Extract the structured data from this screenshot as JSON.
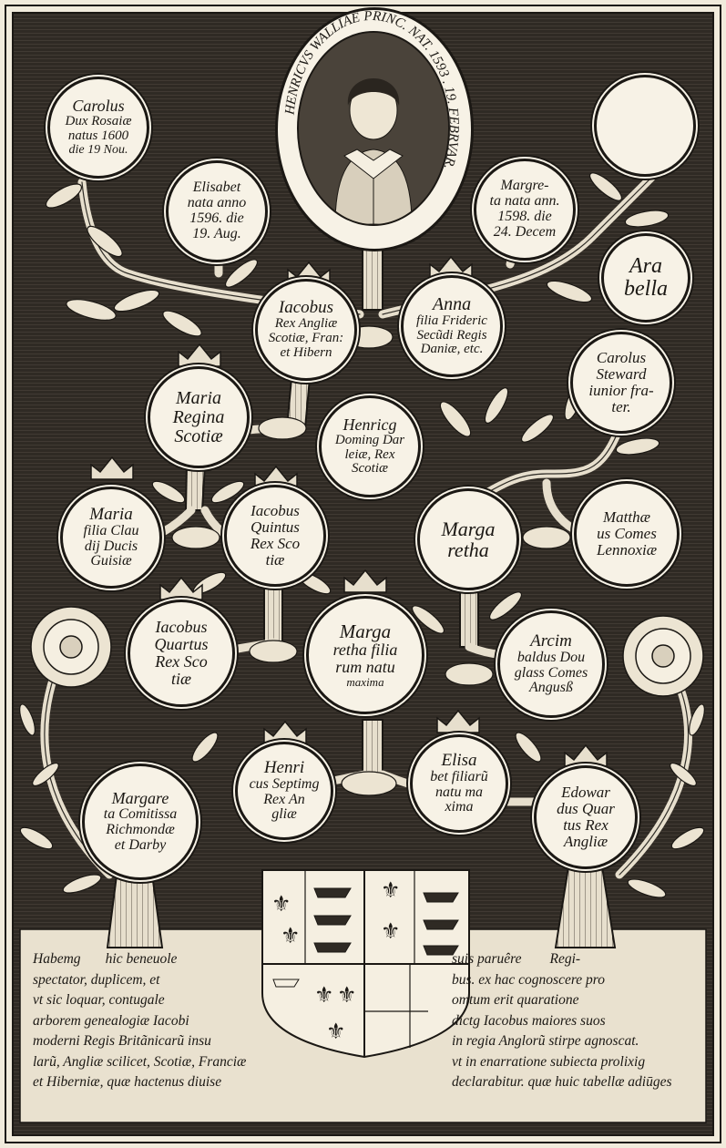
{
  "portrait": {
    "inscription": "HENRICVS WALLIAE PRINC. NAT. 1593 . 19. FEBRVAR."
  },
  "medallions": {
    "carolus_rosaiae": [
      "Carolus",
      "Dux Rosaiæ",
      "natus 1600",
      "die 19 Nou."
    ],
    "elisabet": [
      "Elisabet",
      "nata anno",
      "1596. die",
      "19. Aug."
    ],
    "margreta": [
      "Margre-",
      "ta nata ann.",
      "1598. die",
      "24. Decem"
    ],
    "empty_top_right": [],
    "arabella": [
      "Ara",
      "bella"
    ],
    "iacobus_rex": [
      "Iacobus",
      "Rex Angliæ",
      "Scotiæ, Fran:",
      "et Hibern"
    ],
    "anna": [
      "Anna",
      "filia Frideric",
      "Secũdi Regis",
      "Daniæ, etc."
    ],
    "carolus_steward": [
      "Carolus",
      "Steward",
      "iunior fra-",
      "ter."
    ],
    "maria_regina": [
      "Maria",
      "Regina",
      "Scotiæ"
    ],
    "henricus_darleiae": [
      "Henricg",
      "Doming Dar",
      "leiæ, Rex",
      "Scotiæ"
    ],
    "maria_filia": [
      "Maria",
      "filia Clau",
      "dij Ducis",
      "Guisiæ"
    ],
    "iacobus_quintus": [
      "Iacobus",
      "Quintus",
      "Rex Sco",
      "tiæ"
    ],
    "margaretha_small": [
      "Marga",
      "retha"
    ],
    "matthaeus": [
      "Matthæ",
      "us Comes",
      "Lennoxiæ"
    ],
    "iacobus_quartus": [
      "Iacobus",
      "Quartus",
      "Rex Sco",
      "tiæ"
    ],
    "margaretha_filia": [
      "Marga",
      "retha filia",
      "rum natu",
      "maxima"
    ],
    "arcimbaldus": [
      "Arcim",
      "baldus Dou",
      "glass Comes",
      "Angusß"
    ],
    "henricus_septimus": [
      "Henri",
      "cus Septimg",
      "Rex An",
      "gliæ"
    ],
    "elisabet_filia": [
      "Elisa",
      "bet filiarũ",
      "natu ma",
      "xima"
    ],
    "margareta_comitissa": [
      "Margare",
      "ta Comitissa",
      "Richmondæ",
      "et Darby"
    ],
    "edowardus": [
      "Edowar",
      "dus Quar",
      "tus Rex",
      "Angliæ"
    ]
  },
  "panel": {
    "left_lines": [
      "Habemg       hic beneuole",
      "spectator, duplicem, et",
      "vt sic loquar, contugale",
      "arborem genealogiæ Iacobi",
      "moderni Regis Britãnicarũ insu",
      "larũ, Angliæ scilicet, Scotiæ, Franciæ",
      "et Hiberniæ, quæ hactenus diuise"
    ],
    "right_lines": [
      "suis paruêre        Regi-",
      "bus. ex hac cognoscere pro",
      "omtum erit quaratione",
      "dictg Iacobus maiores suos",
      "in regia Anglorũ stirpe agnoscat.",
      "vt in enarratione subiecta prolixig",
      "declarabitur. quæ huic tabellæ adiūges"
    ]
  },
  "colors": {
    "ink": "#1b1814",
    "paper": "#f1ebdc",
    "field": "#2f2a24"
  }
}
